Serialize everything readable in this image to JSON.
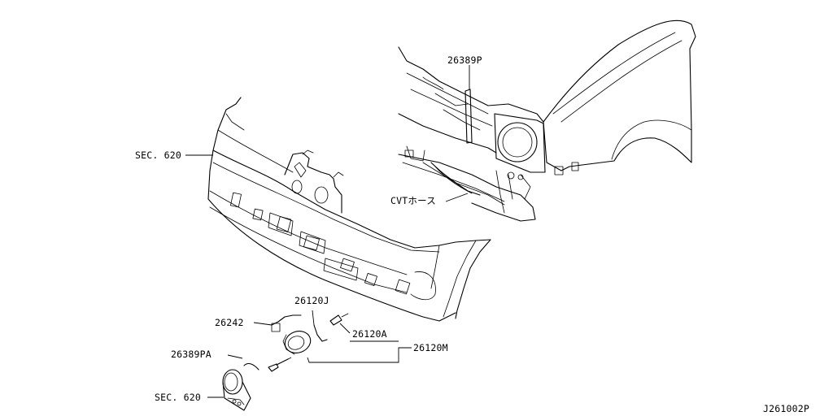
{
  "labels": {
    "sec620_top": "SEC. 620",
    "p26389P": "26389P",
    "cvt_hose": "CVTホース",
    "p26120J": "26120J",
    "p26242": "26242",
    "p26120A": "26120A",
    "p26120M": "26120M",
    "p26389PA": "26389PA",
    "sec620_bottom": "SEC. 620",
    "diagram_id": "J261002P"
  }
}
